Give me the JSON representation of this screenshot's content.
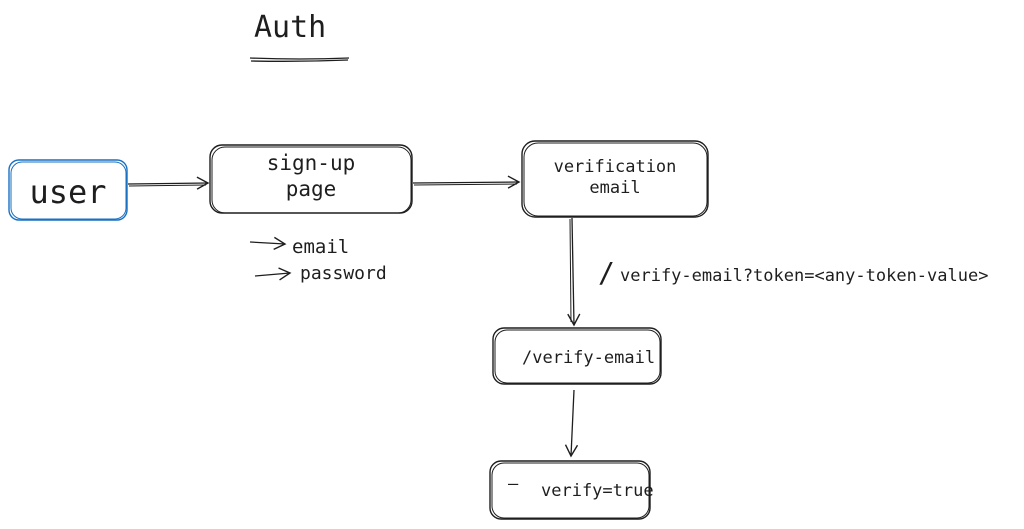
{
  "title": "Auth",
  "nodes": {
    "user": "user",
    "signup_line1": "sign-up",
    "signup_line2": "page",
    "verification_line1": "verification",
    "verification_line2": "email",
    "verify_email_page": "/verify-email",
    "verify_true": "verify=true"
  },
  "annotations": {
    "email": "email",
    "password": "password",
    "verify_link_slash": "/",
    "verify_link": "verify-email?token=<any-token-value>",
    "verify_true_dash": "—"
  },
  "colors": {
    "ink": "#1e1e1e",
    "user_border": "#1971c2"
  }
}
